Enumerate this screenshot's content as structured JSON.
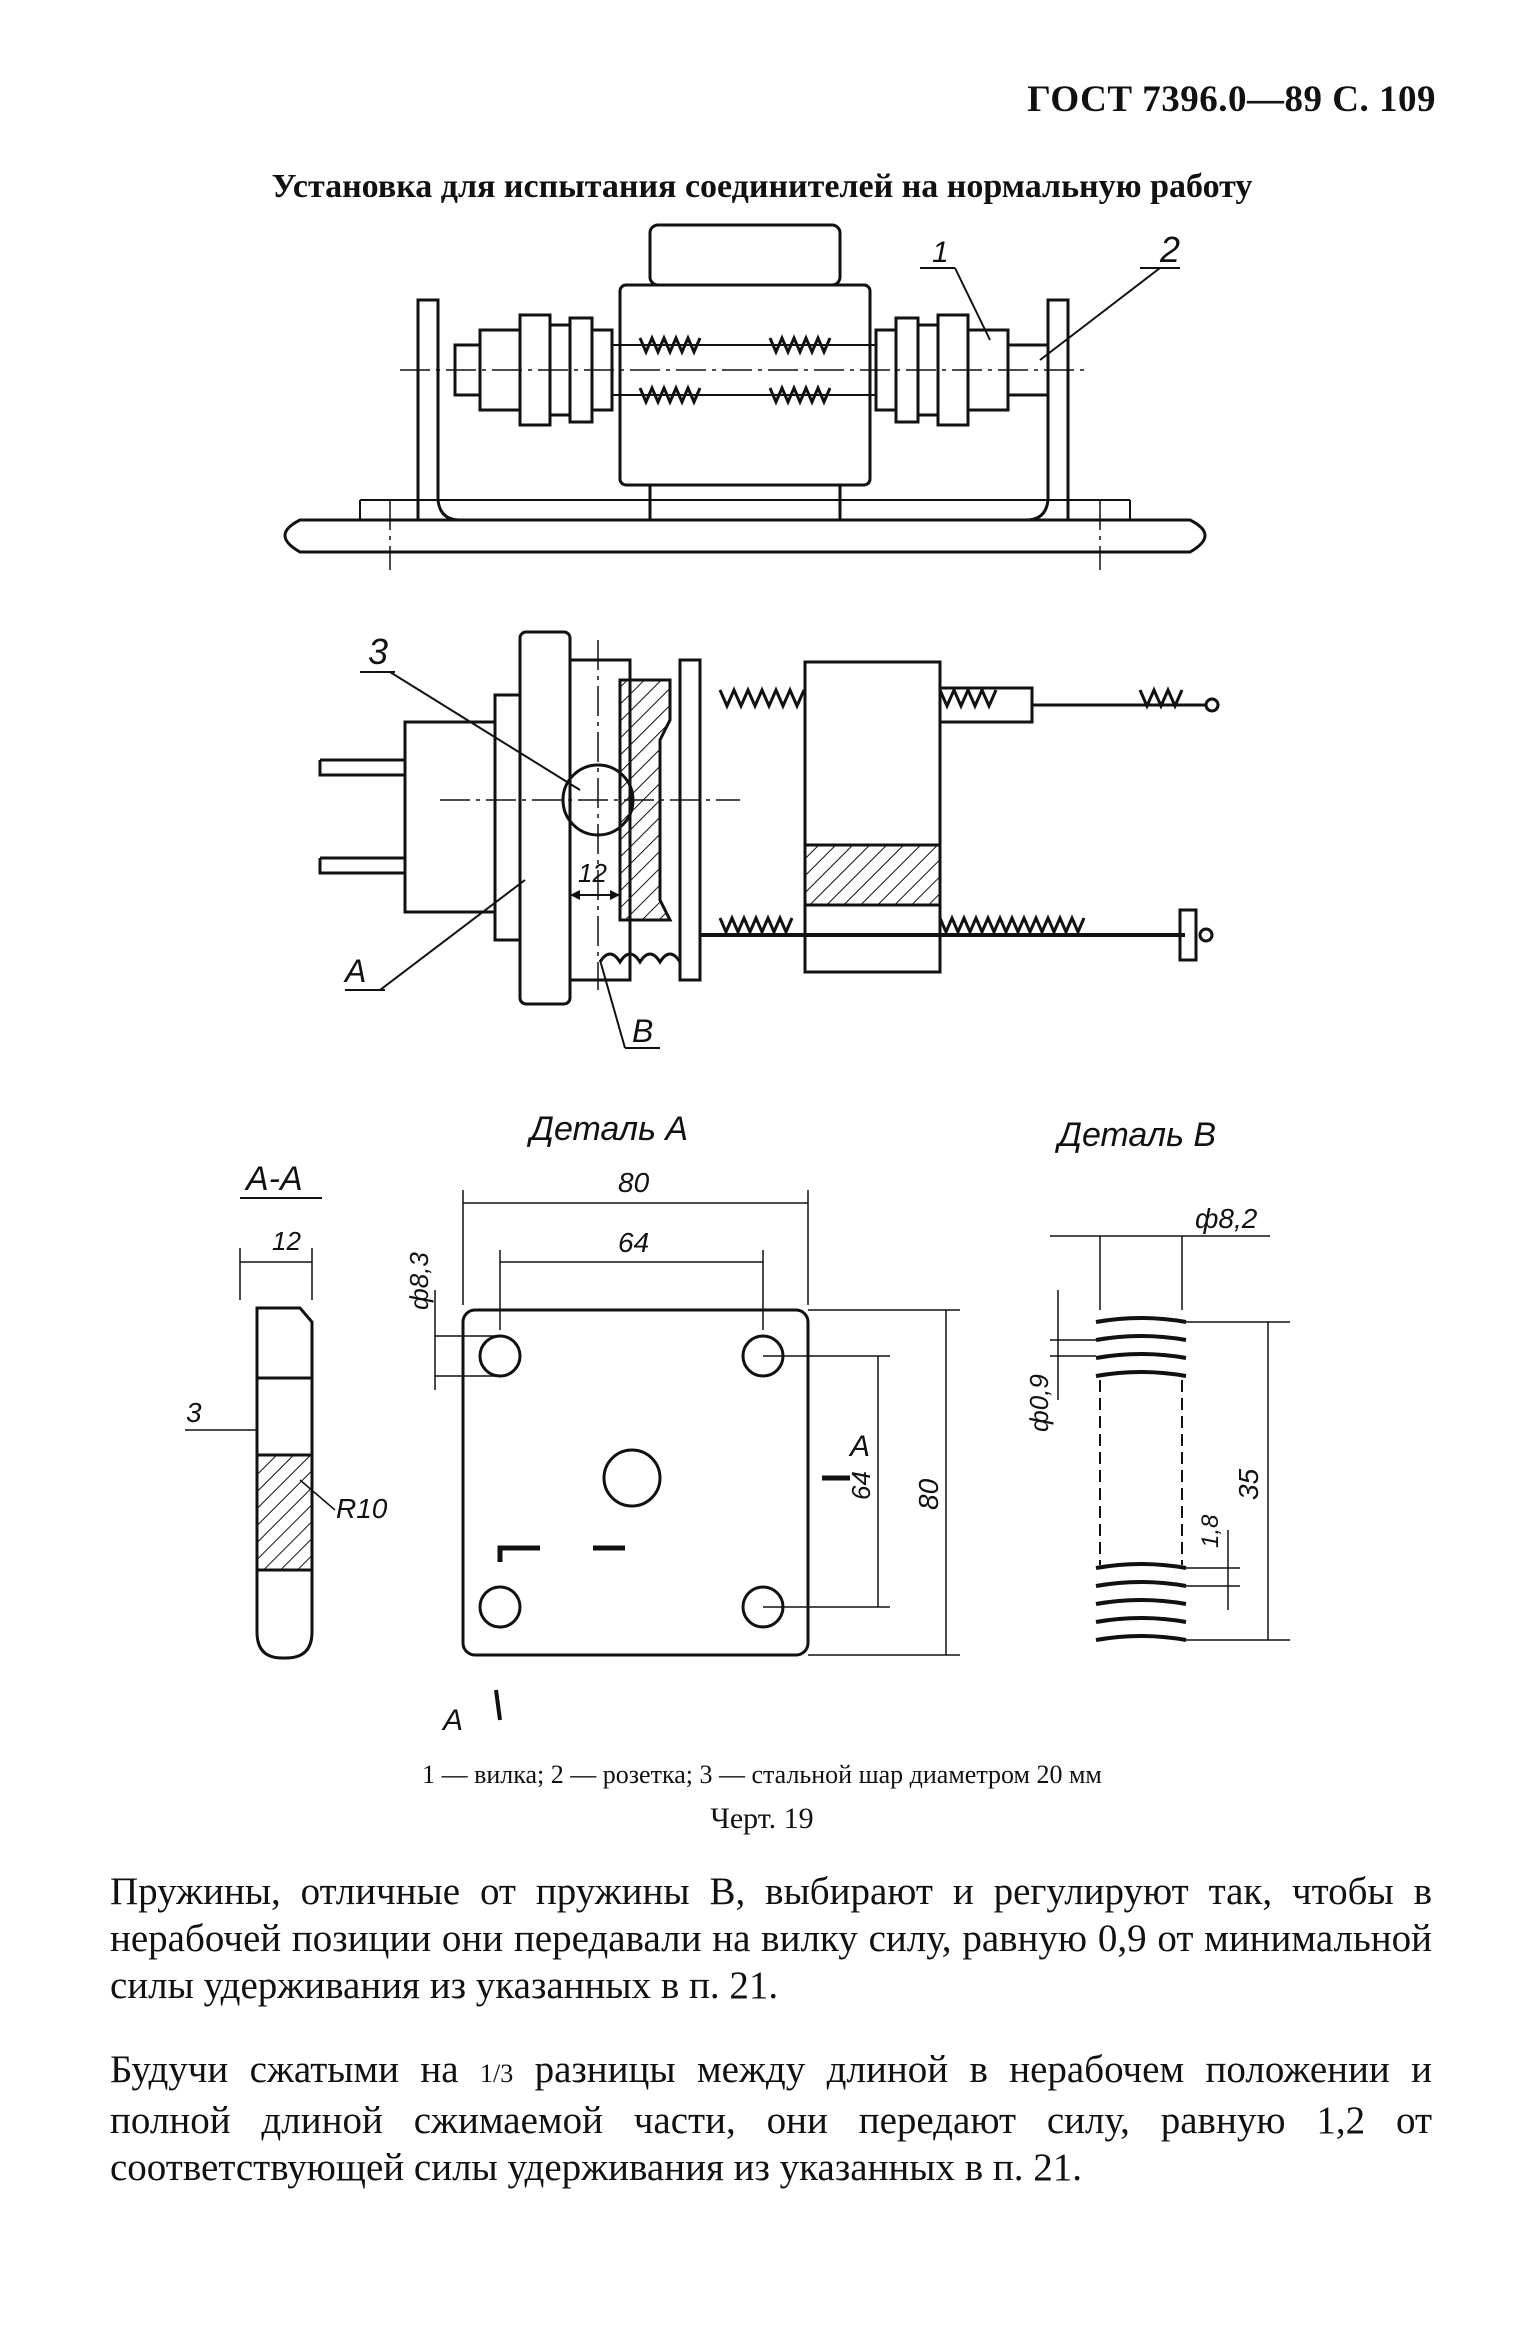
{
  "header": {
    "code": "ГОСТ 7396.0—89 С. 109"
  },
  "figure": {
    "title": "Установка для испытания соединителей на нормальную работу",
    "callouts": {
      "c1": "1",
      "c2": "2",
      "c3": "3",
      "cA": "A",
      "cB": "B"
    },
    "dim_12_mid": "12",
    "detail_a_title": "Деталь А",
    "detail_b_title": "Деталь В",
    "section_title": "А-А",
    "section_dims": {
      "w12": "12",
      "d3": "3",
      "r10": "R10"
    },
    "detail_a_dims": {
      "d80_top": "80",
      "d64_top": "64",
      "dia83": "ф8,3",
      "d64_side": "64",
      "d80_side": "80",
      "section_mark_top": "А",
      "section_mark_bottom": "А"
    },
    "detail_b_dims": {
      "dia82": "ф8,2",
      "dia09": "ф0,9",
      "len35": "35",
      "pitch18": "1,8"
    },
    "legend": "1 — вилка; 2 — розетка; 3 — стальной шар диаметром 20 мм",
    "caption": "Черт. 19"
  },
  "paragraphs": {
    "p1": "Пружины, отличные от пружины В, выбирают и регулируют так, чтобы в нерабочей позиции они передавали на вилку силу, равную 0,9 от минимальной силы удерживания из указанных в п. 21.",
    "p2_before": "Будучи сжатыми на ",
    "p2_fraction": "1/3",
    "p2_after": " разницы между длиной в нерабочем положении и полной длиной сжимаемой части, они передают силу, равную 1,2 от соответствующей силы удерживания из указанных в п. 21."
  }
}
